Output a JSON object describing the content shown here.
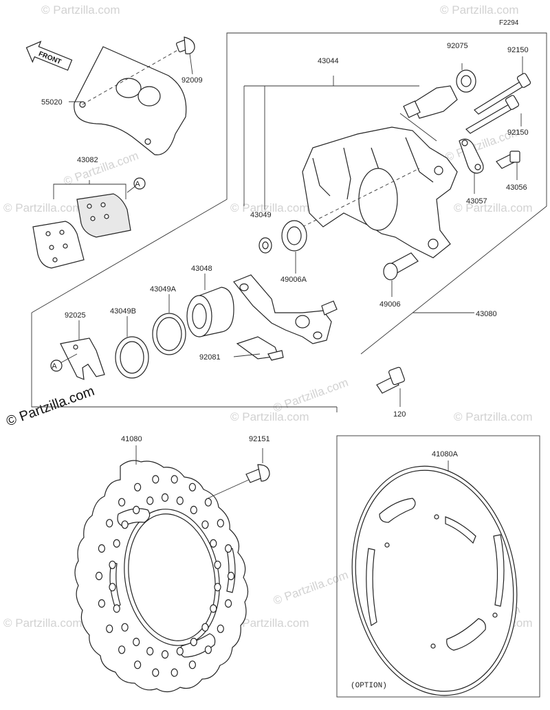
{
  "diagram_code": "F2294",
  "front_label": "FRONT",
  "option_label": "(OPTION)",
  "watermark": "© Partzilla.com",
  "callout_letter": "A",
  "parts": {
    "p55020": "55020",
    "p92009": "92009",
    "p43044": "43044",
    "p92075": "92075",
    "p92150a": "92150",
    "p92150b": "92150",
    "p43082": "43082",
    "p43056": "43056",
    "p43057": "43057",
    "p43049": "43049",
    "p49006A": "49006A",
    "p49006": "49006",
    "p43080": "43080",
    "p43048": "43048",
    "p43049A": "43049A",
    "p43049B": "43049B",
    "p92025": "92025",
    "p92081": "92081",
    "p120": "120",
    "p41080": "41080",
    "p92151": "92151",
    "p41080A": "41080A"
  }
}
